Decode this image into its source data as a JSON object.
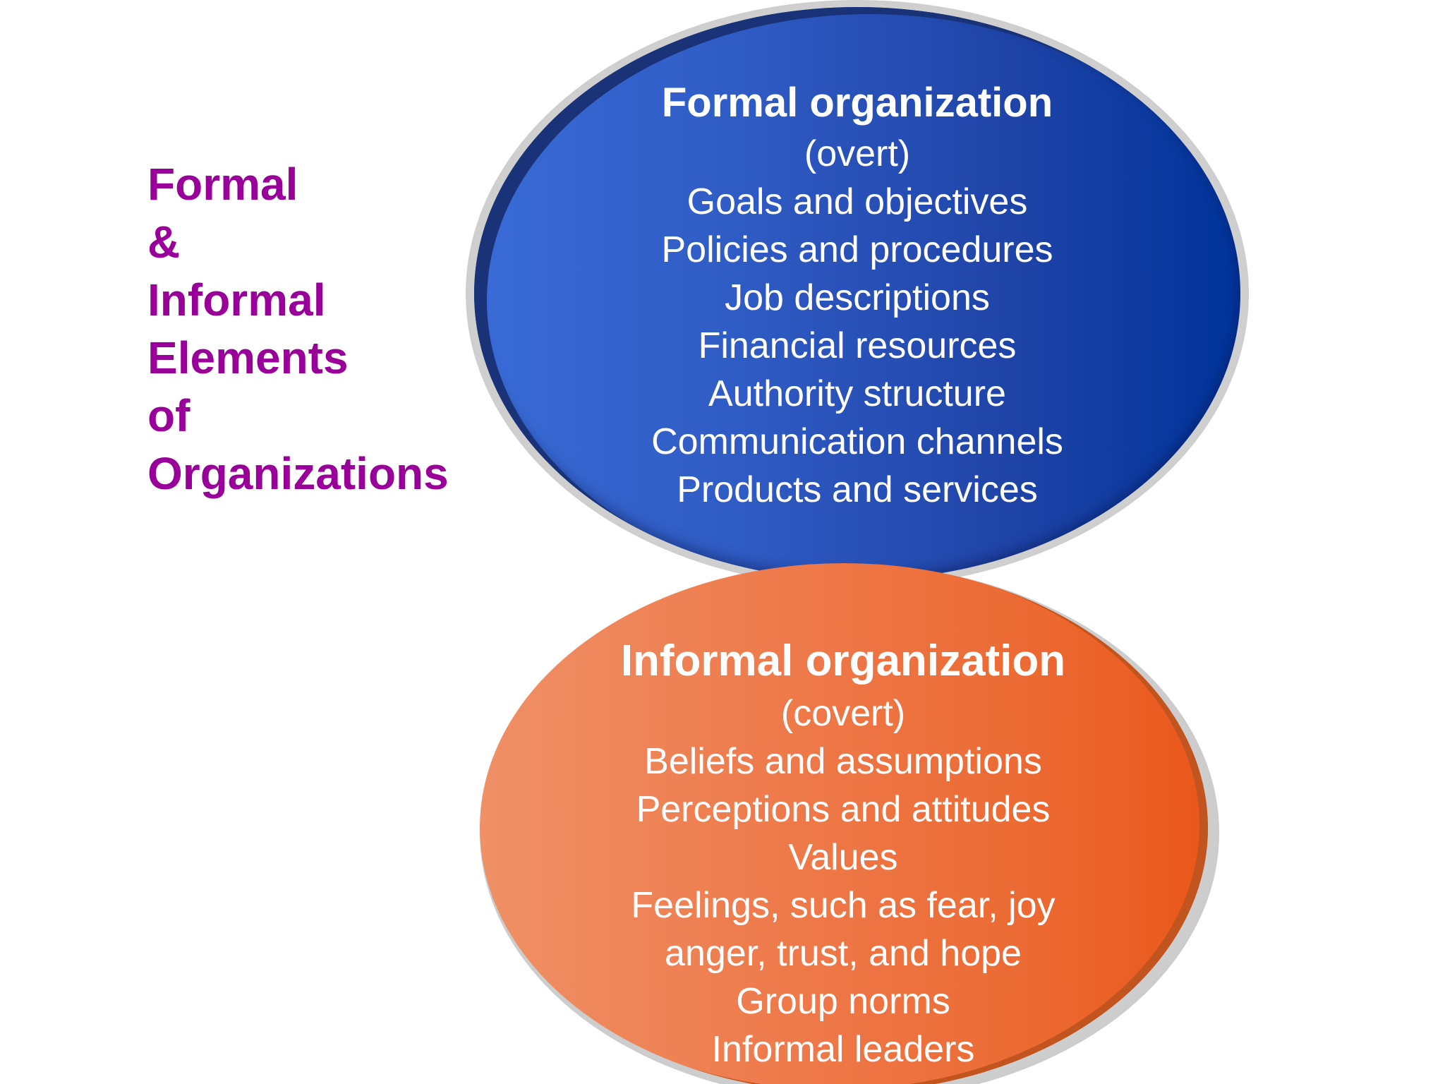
{
  "side_title": {
    "lines": [
      "Formal",
      "&",
      "Informal",
      "Elements",
      "of",
      "Organizations"
    ]
  },
  "formal": {
    "title": "Formal organization",
    "subtitle": "(overt)",
    "items": [
      "Goals and objectives",
      "Policies and procedures",
      "Job descriptions",
      "Financial resources",
      "Authority structure",
      "Communication channels",
      "Products and services"
    ],
    "color": "#2f5bc4"
  },
  "informal": {
    "title": "Informal organization",
    "subtitle": "(covert)",
    "items": [
      "Beliefs and assumptions",
      "Perceptions and attitudes",
      "Values",
      "Feelings, such as fear, joy",
      "anger, trust, and hope",
      "Group norms",
      "Informal leaders"
    ],
    "color": "#ec6a33"
  },
  "colors": {
    "title_text": "#990099",
    "ellipse_text": "#ffffff"
  }
}
